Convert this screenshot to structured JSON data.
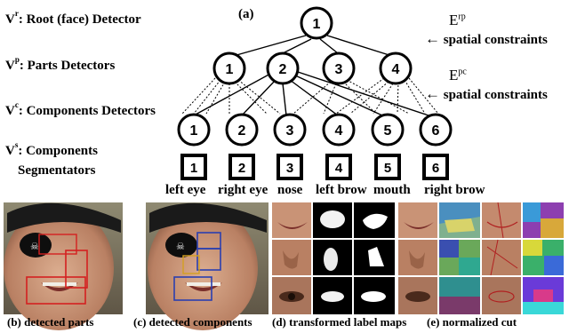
{
  "levels": {
    "root": {
      "prefix": "V",
      "sup": "r",
      "rest": ": Root (face) Detector"
    },
    "parts": {
      "prefix": "V",
      "sup": "p",
      "rest": ": Parts Detectors"
    },
    "components": {
      "prefix": "V",
      "sup": "c",
      "rest": ": Components Detectors"
    },
    "segmentators_1": {
      "prefix": "V",
      "sup": "s",
      "rest": ": Components"
    },
    "segmentators_2": "Segmentators"
  },
  "panel_a_label": "(a)",
  "edges": {
    "rp": {
      "sym": "E",
      "sup": "rp",
      "text": "spatial constraints",
      "arrow": "←"
    },
    "pc": {
      "sym": "E",
      "sup": "pc",
      "text": "spatial constraints",
      "arrow": "←"
    }
  },
  "nodes": {
    "root": "1",
    "parts": [
      "1",
      "2",
      "3",
      "4"
    ],
    "components": [
      "1",
      "2",
      "3",
      "4",
      "5",
      "6"
    ],
    "segmentators": [
      "1",
      "2",
      "3",
      "4",
      "5",
      "6"
    ]
  },
  "component_labels": [
    "left eye",
    "right eye",
    "nose",
    "left brow",
    "mouth",
    "right brow"
  ],
  "captions": {
    "b": "(b)  detected parts",
    "c": "(c)  detected components",
    "d": "(d)  transformed label maps",
    "e": "(e)  normalized cut"
  },
  "colors": {
    "skin": "#c8967a",
    "hair": "#5a3a28",
    "detect_red": "#d42020",
    "detect_blue": "#2a3fb0"
  }
}
